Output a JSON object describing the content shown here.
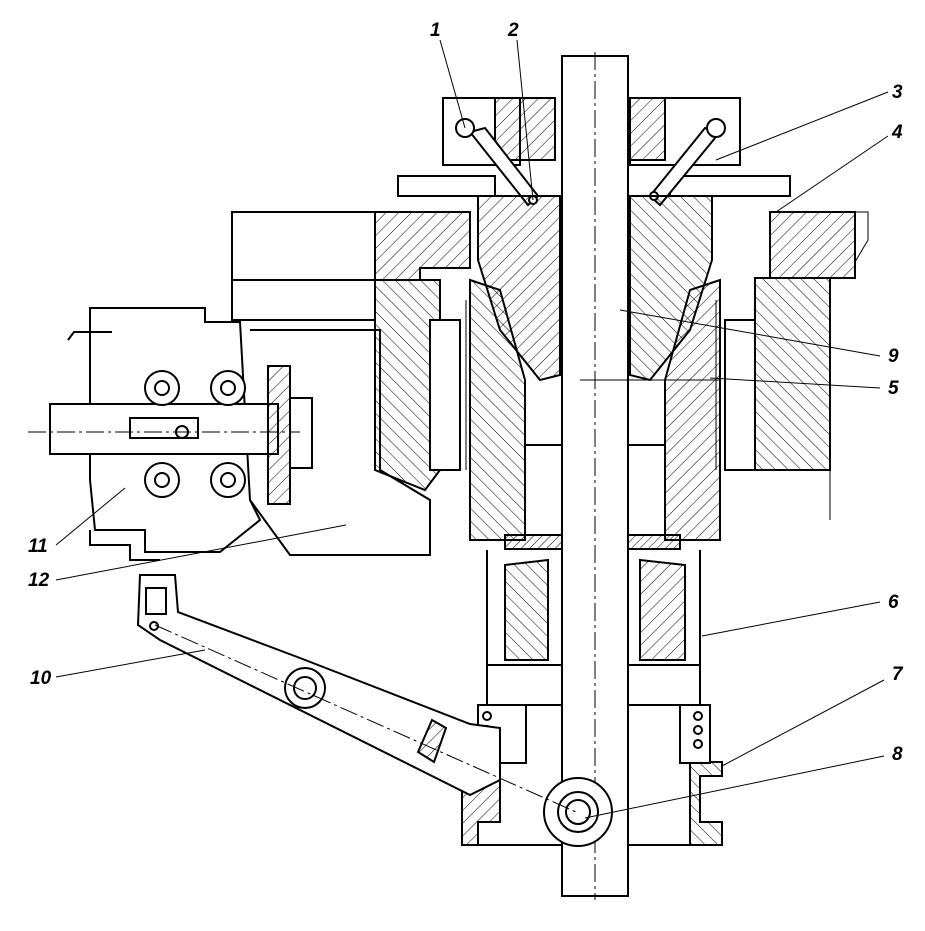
{
  "figure": {
    "callouts": {
      "c1": "1",
      "c2": "2",
      "c3": "3",
      "c4": "4",
      "c5": "5",
      "c6": "6",
      "c7": "7",
      "c8": "8",
      "c9": "9",
      "c10": "10",
      "c11": "11",
      "c12": "12"
    }
  }
}
